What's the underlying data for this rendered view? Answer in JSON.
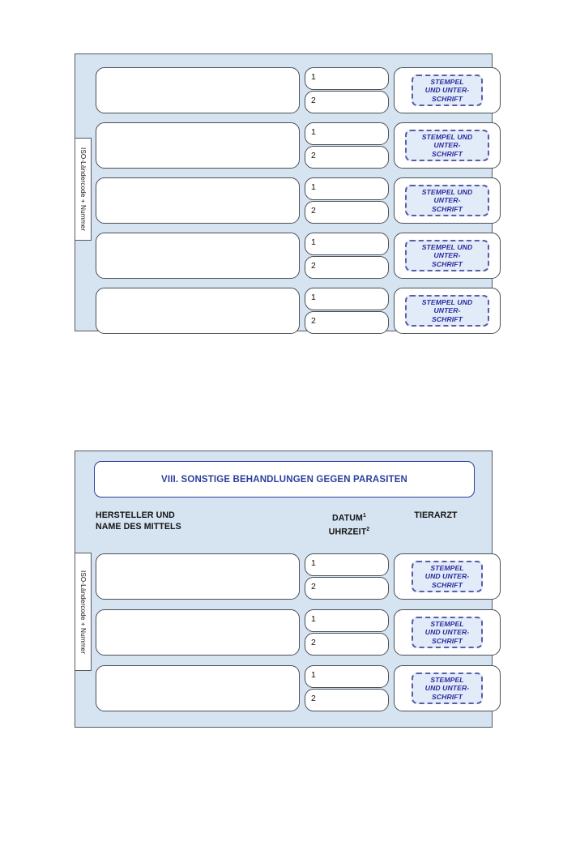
{
  "colors": {
    "panel_background": "#d6e3f1",
    "panel_border": "#555a60",
    "field_border": "#4a4f55",
    "title_blue": "#2a3f9d",
    "stamp_text_blue": "#2a2a9e",
    "stamp_border_purple": "#5b5ba8",
    "stamp_fill": "#e2ebf8",
    "field_background": "#ffffff",
    "page_background": "#ffffff"
  },
  "labels": {
    "iso_vertical": "ISO-Ländercode + Nummer",
    "stamp_text": "STEMPEL UND UNTER- SCHRIFT",
    "number_one": "1",
    "number_two": "2"
  },
  "section_top": {
    "rows": [
      {
        "number_top": "1",
        "number_bottom": "2",
        "stamp": "STEMPEL\nUND UNTER-\nSCHRIFT",
        "stamp_width": "narrow"
      },
      {
        "number_top": "1",
        "number_bottom": "2",
        "stamp": "STEMPEL UND\nUNTER-\nSCHRIFT",
        "stamp_width": "wide"
      },
      {
        "number_top": "1",
        "number_bottom": "2",
        "stamp": "STEMPEL UND\nUNTER-\nSCHRIFT",
        "stamp_width": "wide"
      },
      {
        "number_top": "1",
        "number_bottom": "2",
        "stamp": "STEMPEL UND\nUNTER-\nSCHRIFT",
        "stamp_width": "wide"
      },
      {
        "number_top": "1",
        "number_bottom": "2",
        "stamp": "STEMPEL UND\nUNTER-\nSCHRIFT",
        "stamp_width": "wide"
      }
    ],
    "iso_label": "ISO-Ländercode + Nummer"
  },
  "section_bottom": {
    "title": "VIII. SONSTIGE BEHANDLUNGEN GEGEN PARASITEN",
    "headers": {
      "manufacturer_line1": "HERSTELLER UND",
      "manufacturer_line2": "NAME DES MITTELS",
      "date_line1": "DATUM",
      "date_sup1": "1",
      "date_line2": "UHRZEIT",
      "date_sup2": "2",
      "vet": "TIERARZT"
    },
    "iso_label": "ISO-Ländercode + Nummer",
    "rows": [
      {
        "number_top": "1",
        "number_bottom": "2",
        "stamp": "STEMPEL\nUND UNTER-\nSCHRIFT",
        "stamp_width": "narrow"
      },
      {
        "number_top": "1",
        "number_bottom": "2",
        "stamp": "STEMPEL\nUND UNTER-\nSCHRIFT",
        "stamp_width": "narrow"
      },
      {
        "number_top": "1",
        "number_bottom": "2",
        "stamp": "STEMPEL\nUND UNTER-\nSCHRIFT",
        "stamp_width": "narrow"
      }
    ]
  }
}
